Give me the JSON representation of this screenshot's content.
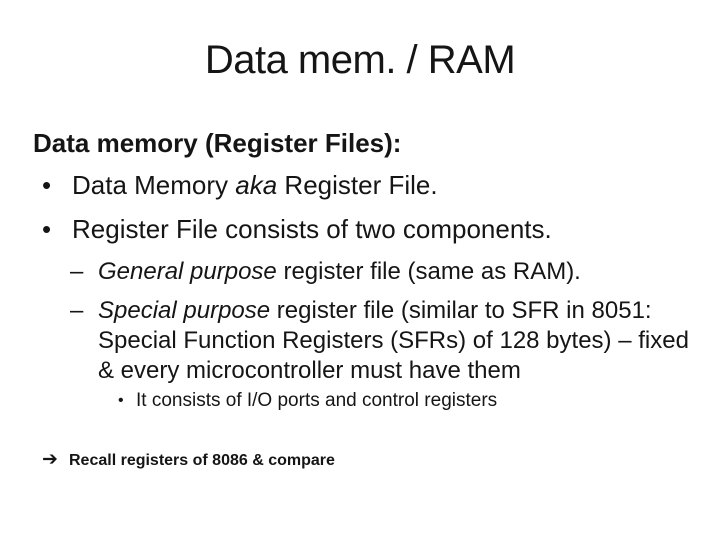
{
  "slide": {
    "background": "#ffffff",
    "text_color": "#151515"
  },
  "title": {
    "text": "Data mem. / RAM"
  },
  "heading": {
    "text": "Data memory (Register Files):"
  },
  "bullets": {
    "b1": {
      "marker": "•",
      "pre": "Data Memory ",
      "italic": "aka",
      "post": " Register File."
    },
    "b2": {
      "marker": "•",
      "text": "Register File consists of two components."
    }
  },
  "sub_bullets": {
    "s1": {
      "marker": "–",
      "italic": "General purpose",
      "rest": " register file (same as RAM)."
    },
    "s2": {
      "marker": "–",
      "line1_italic": "Special purpose",
      "line1_rest": " register file (similar to SFR in 8051:",
      "line2": "Special Function Registers (SFRs) of 128 bytes) – fixed",
      "line3": "& every microcontroller must have them"
    }
  },
  "sub_sub_bullet": {
    "marker": "•",
    "text": "It consists of I/O ports and control registers"
  },
  "note": {
    "arrow_icon": "➔",
    "text": "Recall registers of 8086 & compare"
  }
}
